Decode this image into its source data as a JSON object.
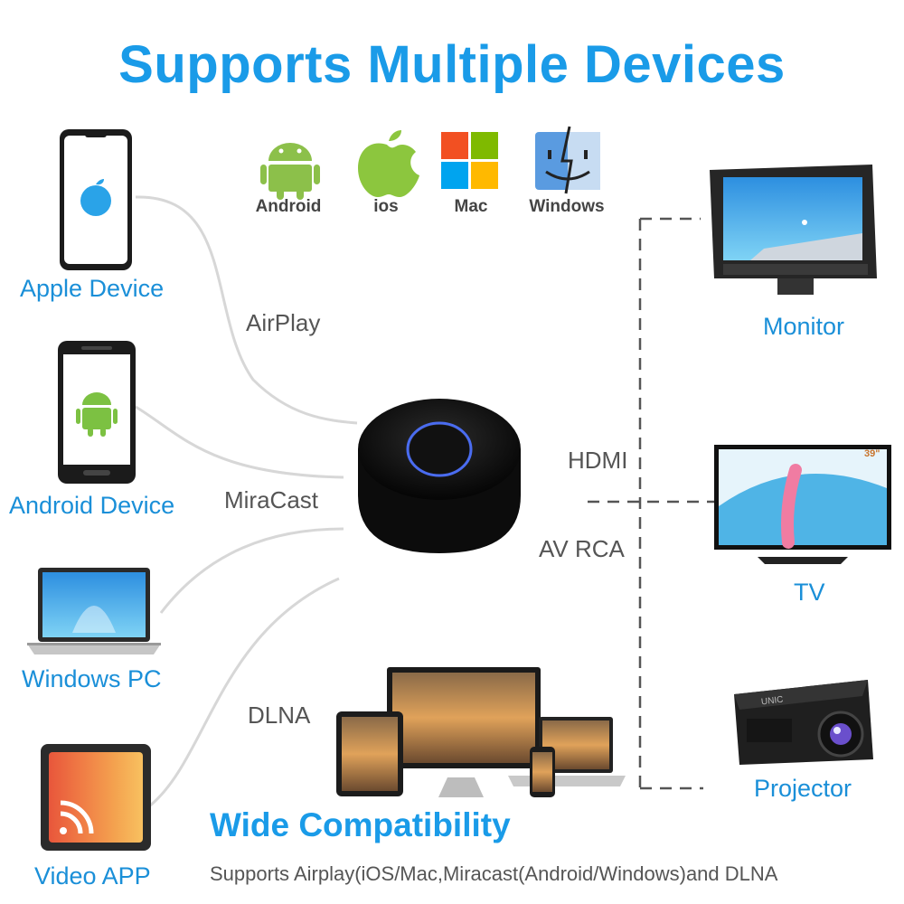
{
  "title": "Supports Multiple Devices",
  "os": [
    {
      "label": "Android",
      "icon": "android-icon"
    },
    {
      "label": "ios",
      "icon": "apple-icon"
    },
    {
      "label": "Mac",
      "icon": "windows-logo-icon"
    },
    {
      "label": "Windows",
      "icon": "mac-finder-icon"
    }
  ],
  "sources": [
    {
      "label": "Apple Device",
      "icon": "iphone-icon"
    },
    {
      "label": "Android Device",
      "icon": "android-phone-icon"
    },
    {
      "label": "Windows PC",
      "icon": "laptop-icon"
    },
    {
      "label": "Video APP",
      "icon": "video-app-icon"
    }
  ],
  "protocols": {
    "airplay": "AirPlay",
    "miracast": "MiraCast",
    "dlna": "DLNA"
  },
  "outputs": {
    "hdmi": "HDMI",
    "av": "AV RCA"
  },
  "targets": [
    {
      "label": "Monitor",
      "icon": "monitor-icon"
    },
    {
      "label": "TV",
      "icon": "tv-icon",
      "badge": "39\""
    },
    {
      "label": "Projector",
      "icon": "projector-icon",
      "brand": "UNIC"
    }
  ],
  "footer": {
    "heading": "Wide Compatibility",
    "text": "Supports Airplay(iOS/Mac,Miracast(Android/Windows)and DLNA"
  },
  "colors": {
    "accent": "#1a9be8",
    "label_blue": "#1a8fd8",
    "gray_text": "#555555",
    "dongle_ring": "#4a6cf0"
  }
}
